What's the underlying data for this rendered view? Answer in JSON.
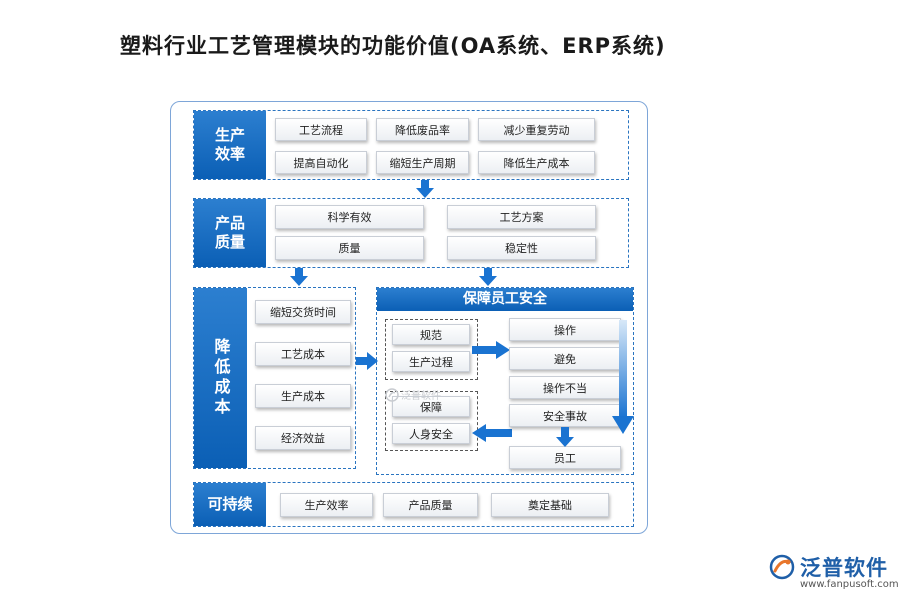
{
  "title": "塑料行业工艺管理模块的功能价值(OA系统、ERP系统)",
  "sections": {
    "efficiency": {
      "header": "生产\n效率",
      "items": [
        "工艺流程",
        "降低废品率",
        "减少重复劳动",
        "提高自动化",
        "缩短生产周期",
        "降低生产成本"
      ]
    },
    "quality": {
      "header": "产品\n质量",
      "items": [
        "科学有效",
        "工艺方案",
        "质量",
        "稳定性"
      ]
    },
    "cost": {
      "header": "降低成本",
      "items": [
        "缩短交货时间",
        "工艺成本",
        "生产成本",
        "经济效益"
      ]
    },
    "safety": {
      "header": "保障员工安全",
      "left_top": [
        "规范",
        "生产过程"
      ],
      "left_bottom": [
        "保障",
        "人身安全"
      ],
      "right": [
        "操作",
        "避免",
        "操作不当",
        "安全事故",
        "员工"
      ]
    },
    "sustain": {
      "header": "可持续",
      "items": [
        "生产效率",
        "产品质量",
        "奠定基础"
      ]
    }
  },
  "watermark": "泛普软件",
  "logo": {
    "name": "泛普软件",
    "url": "www.fanpusoft.com",
    "icon": "fanpu-logo-icon"
  },
  "colors": {
    "header_blue": "#0b5fb5",
    "border_blue": "#2a74c0",
    "arrow_blue": "#1a73d1"
  }
}
